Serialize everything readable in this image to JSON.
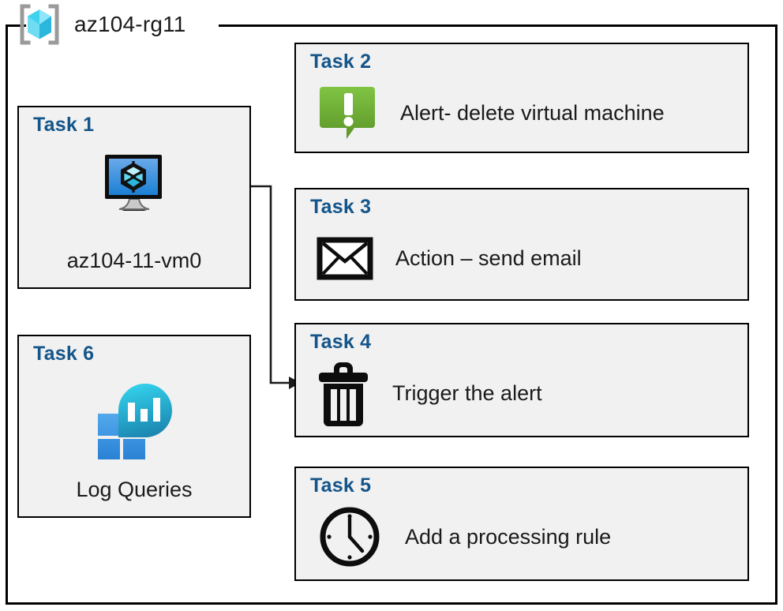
{
  "diagram": {
    "resource_group": {
      "name": "az104-rg11",
      "icon": "resource-group-cube-icon"
    },
    "colors": {
      "card_background": "#f1f1f1",
      "card_border": "#000000",
      "task_title": "#14558a",
      "label_text": "#1a1a1a",
      "alert_green_light": "#7cc040",
      "alert_green_dark": "#5f9a2a",
      "vm_screen_light": "#6aa9e9",
      "vm_screen_dark": "#1b7fd4",
      "log_cyan_light": "#31cbe9",
      "log_cyan_dark": "#1b85b0",
      "log_blue_light": "#4da2e8",
      "log_blue_dark": "#2b85d8",
      "rg_cube_light": "#8fe6f8",
      "rg_cube_mid": "#3fd2ef",
      "rg_cube_dark": "#2ab6dd",
      "rg_bracket": "#9a9a9a"
    },
    "cards": [
      {
        "id": "task1",
        "title": "Task 1",
        "label": "az104-11-vm0",
        "icon": "virtual-machine-monitor-icon",
        "orientation": "vertical"
      },
      {
        "id": "task2",
        "title": "Task 2",
        "label": "Alert- delete virtual machine",
        "icon": "alert-exclamation-bubble-icon",
        "orientation": "horizontal"
      },
      {
        "id": "task3",
        "title": "Task 3",
        "label": "Action – send email",
        "icon": "email-envelope-icon",
        "orientation": "horizontal"
      },
      {
        "id": "task4",
        "title": "Task 4",
        "label": "Trigger the alert",
        "icon": "trash-can-icon",
        "orientation": "horizontal"
      },
      {
        "id": "task5",
        "title": "Task 5",
        "label": "Add a processing rule",
        "icon": "clock-icon",
        "orientation": "horizontal"
      },
      {
        "id": "task6",
        "title": "Task 6",
        "label": "Log Queries",
        "icon": "log-analytics-icon",
        "orientation": "vertical"
      }
    ],
    "connector": {
      "from": "task1-virtual-machine-icon",
      "to": "task4-card",
      "style": "elbow-arrow"
    }
  }
}
